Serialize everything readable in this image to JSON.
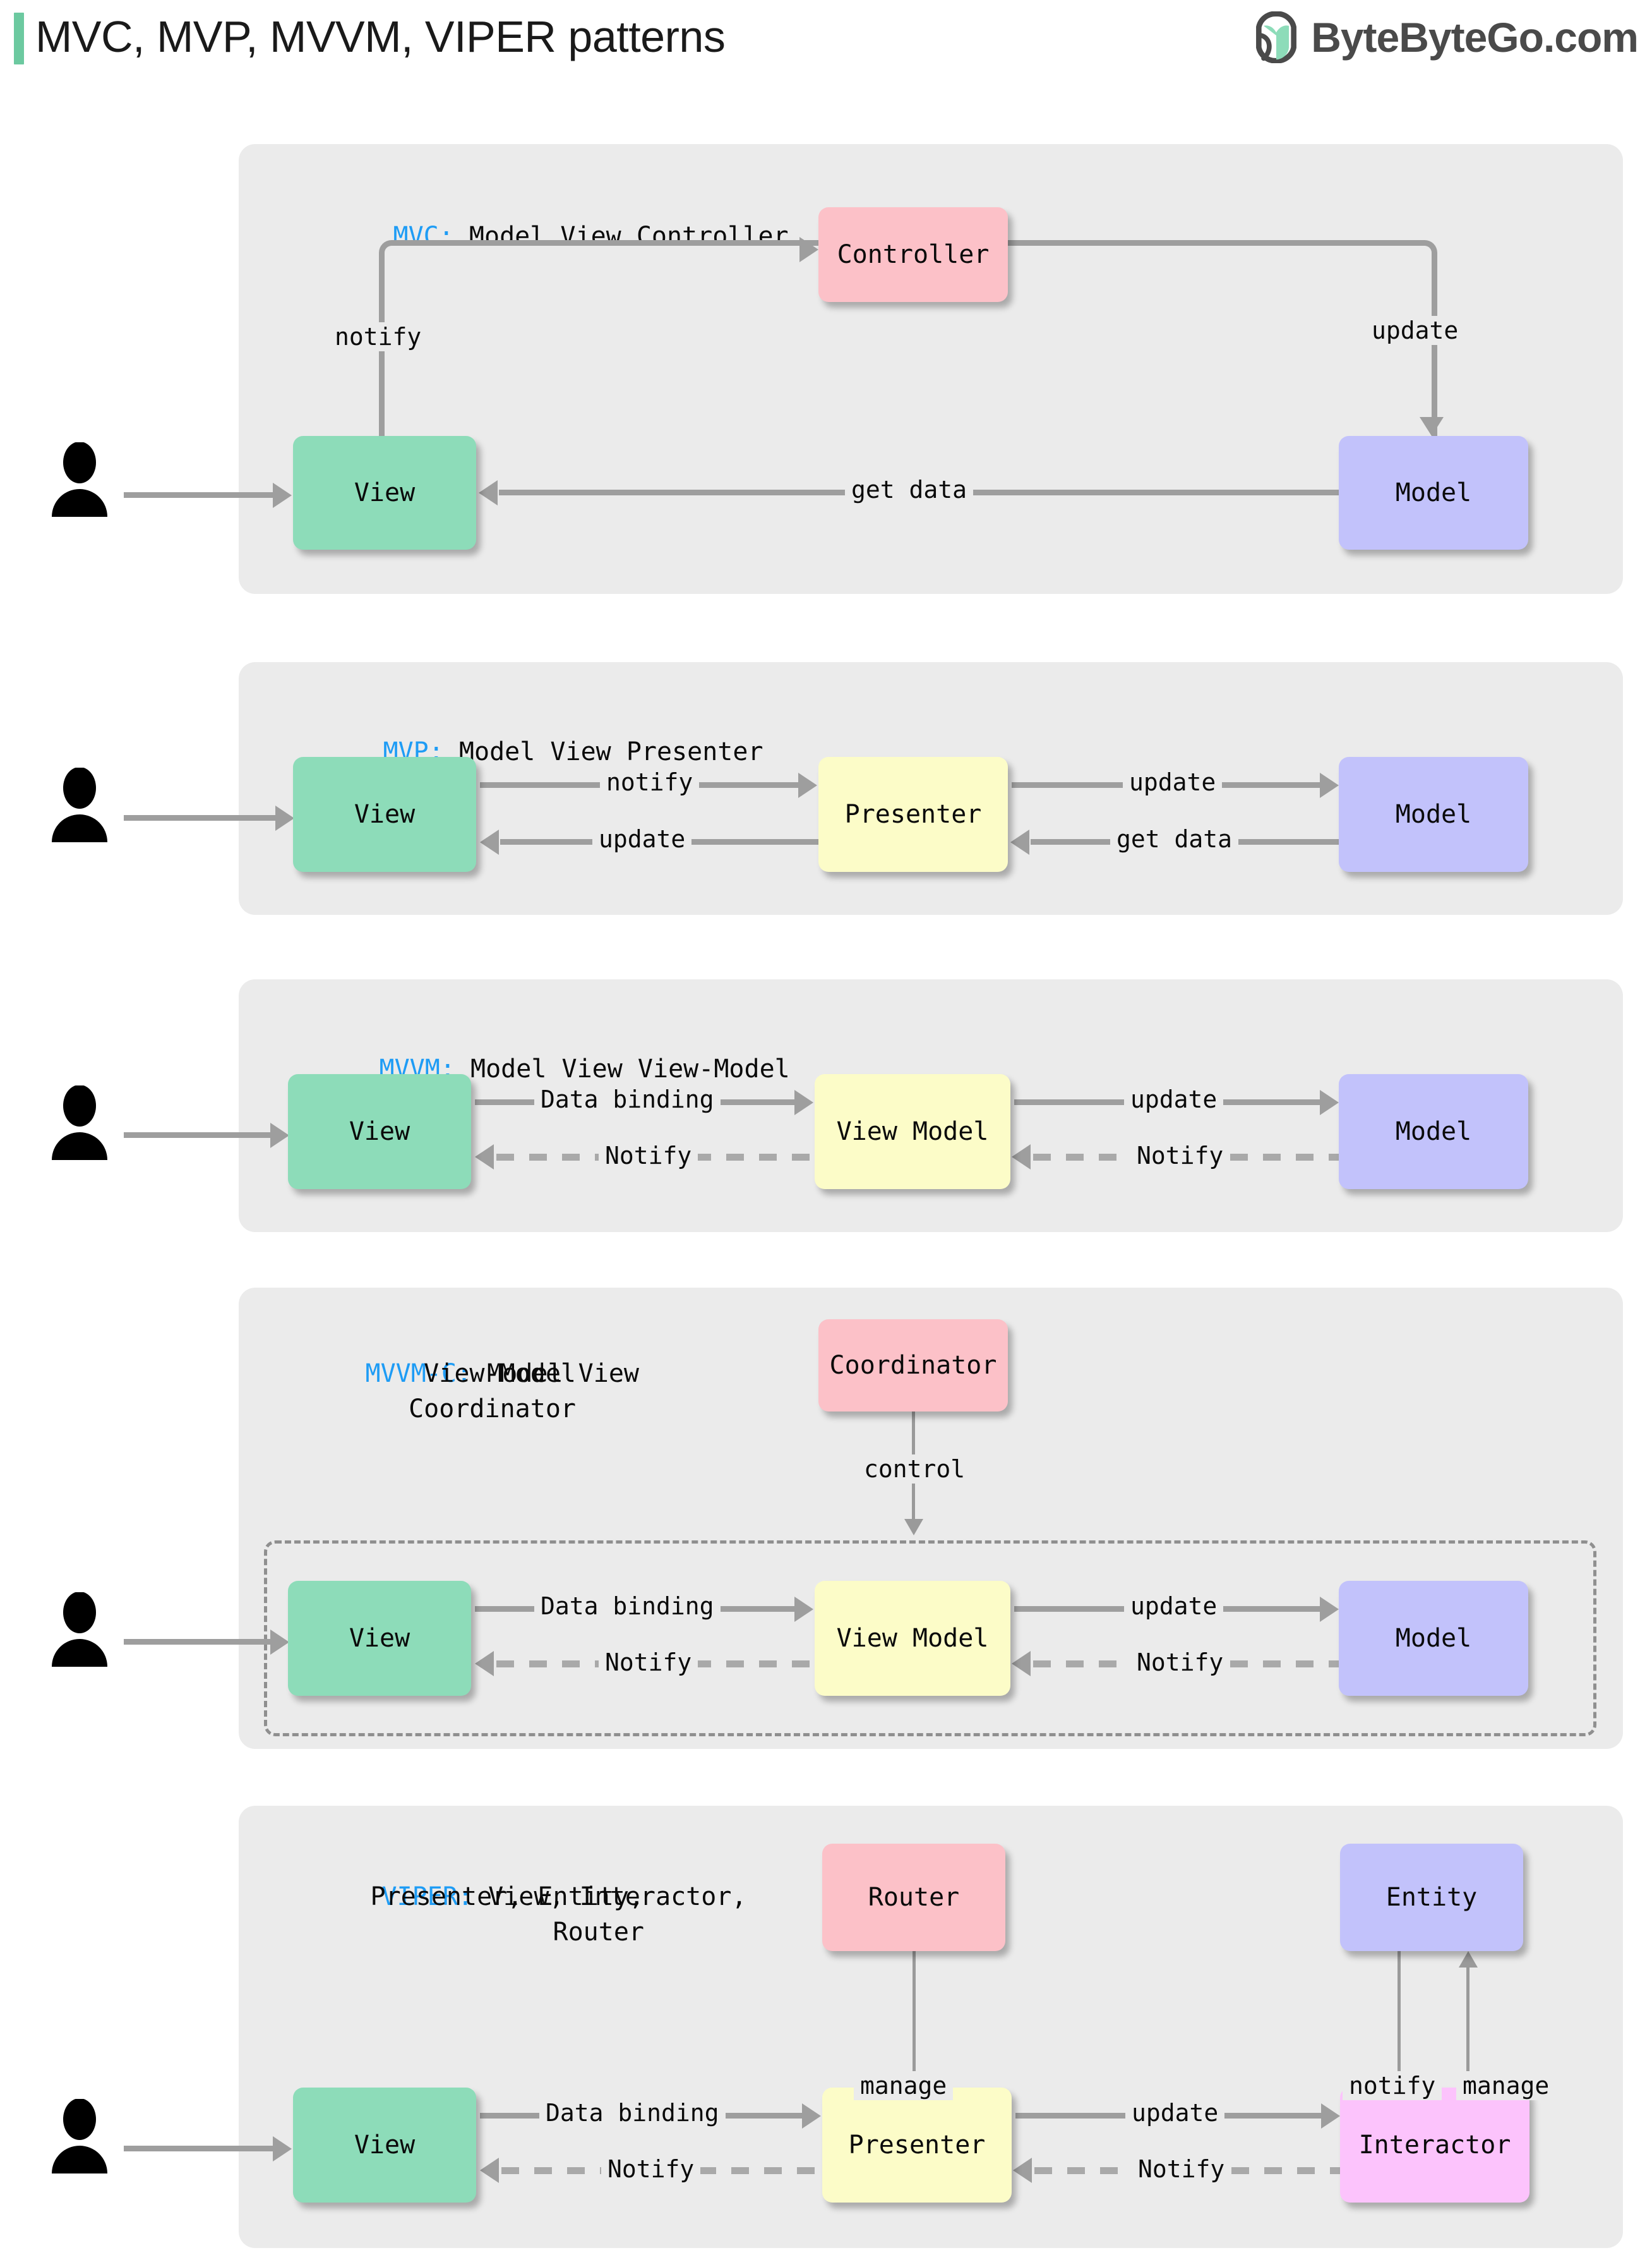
{
  "header": {
    "title": "MVC, MVP, MVVM, VIPER patterns",
    "brand_name": "ByteByteGo.com",
    "accent_color": "#6cc9a0",
    "brand_icon": "bytebytego-leaf-logo"
  },
  "colors": {
    "panel_bg": "#ebebeb",
    "view": "#8ddcb9",
    "model": "#c2c2fb",
    "controller": "#fcc1c8",
    "presenter": "#fcfcc8",
    "interactor": "#fcc3fc",
    "keyword": "#1e9cf5",
    "connector": "#9e9e9e"
  },
  "sections": [
    {
      "id": "mvc",
      "keyword": "MVC:",
      "caption": " Model View Controller",
      "nodes": [
        {
          "name": "view",
          "label": "View"
        },
        {
          "name": "controller",
          "label": "Controller"
        },
        {
          "name": "model",
          "label": "Model"
        }
      ],
      "edges": [
        {
          "from": "view",
          "to": "controller",
          "label": "notify"
        },
        {
          "from": "controller",
          "to": "model",
          "label": "update"
        },
        {
          "from": "model",
          "to": "view",
          "label": "get data"
        },
        {
          "from": "user",
          "to": "view",
          "label": ""
        }
      ]
    },
    {
      "id": "mvp",
      "keyword": "MVP:",
      "caption": " Model View Presenter",
      "nodes": [
        {
          "name": "view",
          "label": "View"
        },
        {
          "name": "presenter",
          "label": "Presenter"
        },
        {
          "name": "model",
          "label": "Model"
        }
      ],
      "edges": [
        {
          "from": "view",
          "to": "presenter",
          "label": "notify"
        },
        {
          "from": "presenter",
          "to": "model",
          "label": "update"
        },
        {
          "from": "model",
          "to": "presenter",
          "label": "get data"
        },
        {
          "from": "presenter",
          "to": "view",
          "label": "update"
        }
      ]
    },
    {
      "id": "mvvm",
      "keyword": "MVVM:",
      "caption": " Model View View-Model",
      "nodes": [
        {
          "name": "view",
          "label": "View"
        },
        {
          "name": "viewmodel",
          "label": "View Model"
        },
        {
          "name": "model",
          "label": "Model"
        }
      ],
      "edges": [
        {
          "from": "view",
          "to": "viewmodel",
          "label": "Data binding"
        },
        {
          "from": "viewmodel",
          "to": "model",
          "label": "update"
        },
        {
          "from": "model",
          "to": "viewmodel",
          "label": "Notify"
        },
        {
          "from": "viewmodel",
          "to": "view",
          "label": "Notify"
        }
      ]
    },
    {
      "id": "mvvmc",
      "keyword": "MVVM-C:",
      "caption": " Model View",
      "caption_line2": "View-Model",
      "caption_line3": "Coordinator",
      "nodes": [
        {
          "name": "coordinator",
          "label": "Coordinator"
        },
        {
          "name": "view",
          "label": "View"
        },
        {
          "name": "viewmodel",
          "label": "View Model"
        },
        {
          "name": "model",
          "label": "Model"
        }
      ],
      "edges": [
        {
          "from": "coordinator",
          "to": "group",
          "label": "control"
        },
        {
          "from": "view",
          "to": "viewmodel",
          "label": "Data binding"
        },
        {
          "from": "viewmodel",
          "to": "model",
          "label": "update"
        },
        {
          "from": "model",
          "to": "viewmodel",
          "label": "Notify"
        },
        {
          "from": "viewmodel",
          "to": "view",
          "label": "Notify"
        }
      ]
    },
    {
      "id": "viper",
      "keyword": "VIPER:",
      "caption": " View, Interactor,",
      "caption_line2": "Presenter, Entity,",
      "caption_line3": "Router",
      "nodes": [
        {
          "name": "router",
          "label": "Router"
        },
        {
          "name": "entity",
          "label": "Entity"
        },
        {
          "name": "view",
          "label": "View"
        },
        {
          "name": "presenter",
          "label": "Presenter"
        },
        {
          "name": "interactor",
          "label": "Interactor"
        }
      ],
      "edges": [
        {
          "from": "router",
          "to": "presenter",
          "label": "manage"
        },
        {
          "from": "entity",
          "to": "interactor",
          "label": "notify"
        },
        {
          "from": "interactor",
          "to": "entity",
          "label": "manage"
        },
        {
          "from": "view",
          "to": "presenter",
          "label": "Data binding"
        },
        {
          "from": "presenter",
          "to": "interactor",
          "label": "update"
        },
        {
          "from": "interactor",
          "to": "presenter",
          "label": "Notify"
        },
        {
          "from": "presenter",
          "to": "view",
          "label": "Notify"
        }
      ]
    }
  ]
}
